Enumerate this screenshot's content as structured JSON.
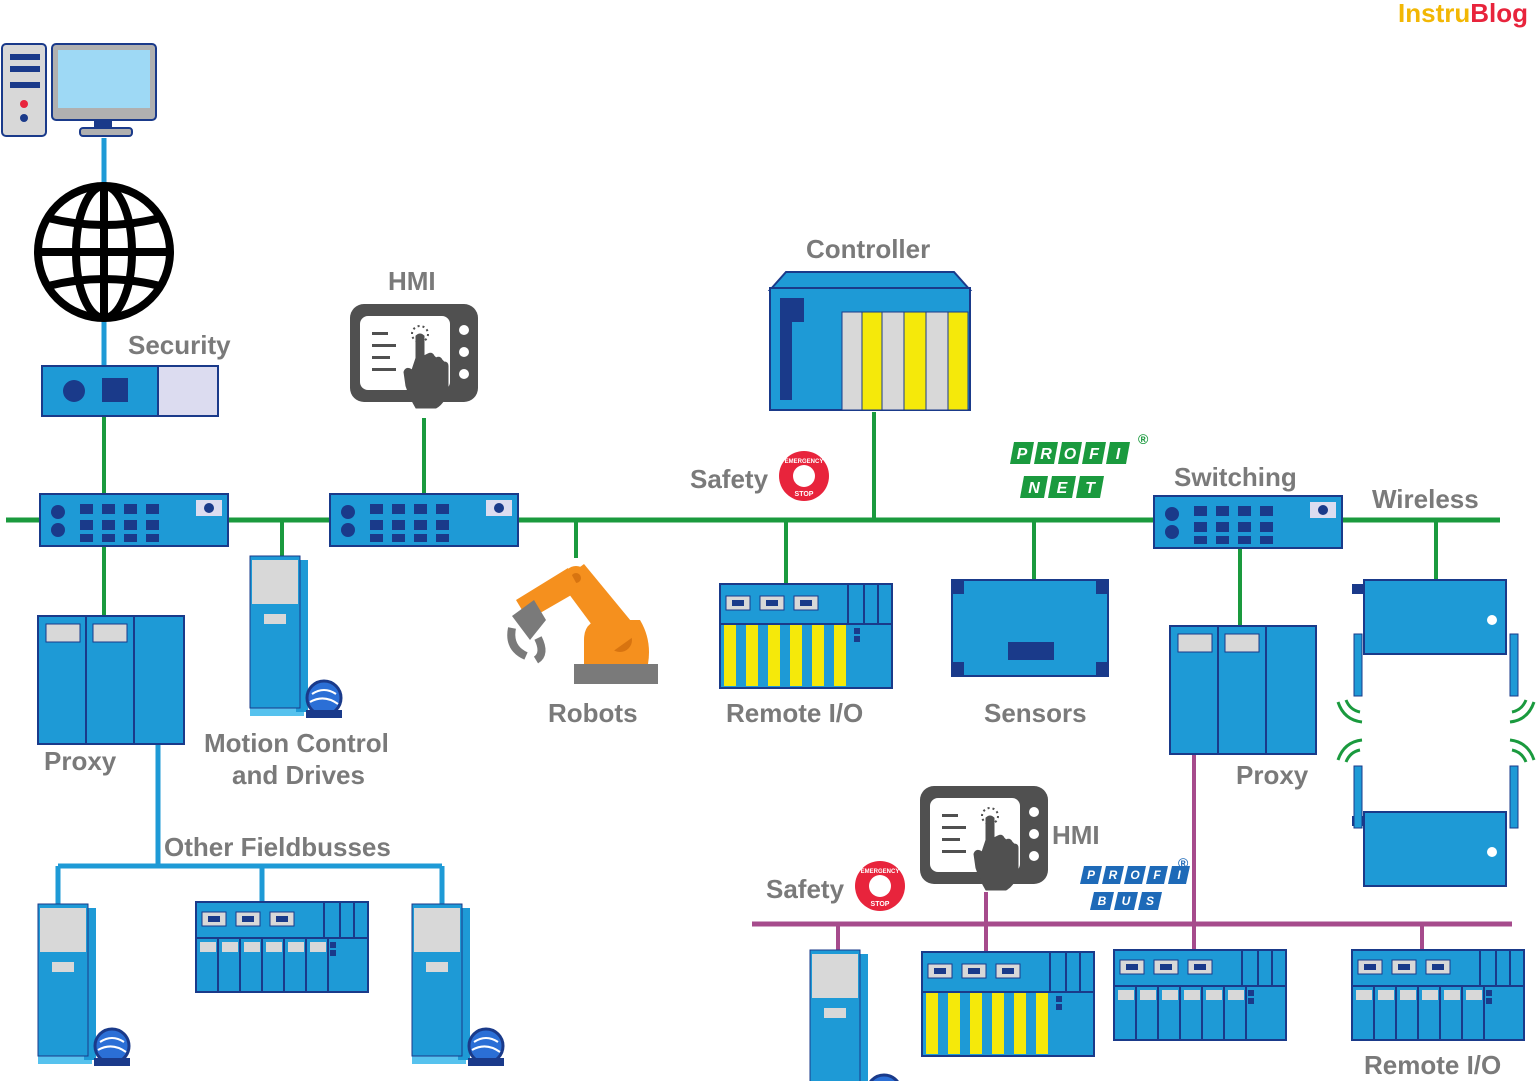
{
  "logo": {
    "part1": "Instru",
    "part2": "Blog",
    "color1": "#f2b705",
    "color2": "#e8243c"
  },
  "labels": {
    "security": "Security",
    "hmi_top": "HMI",
    "controller": "Controller",
    "safety_top": "Safety",
    "switching": "Switching",
    "wireless": "Wireless",
    "proxy_left": "Proxy",
    "motion_line1": "Motion Control",
    "motion_line2": "and Drives",
    "robots": "Robots",
    "remote_io_top": "Remote I/O",
    "sensors": "Sensors",
    "proxy_right": "Proxy",
    "other_fieldbusses": "Other Fieldbusses",
    "hmi_bottom": "HMI",
    "safety_bottom": "Safety",
    "remote_io_bottom": "Remote I/O"
  },
  "badges": {
    "profinet": {
      "row1": [
        "P",
        "R",
        "O",
        "F",
        "I"
      ],
      "row2": [
        "N",
        "E",
        "T"
      ],
      "reg": "®"
    },
    "profibus": {
      "row1": [
        "P",
        "R",
        "O",
        "F",
        "I"
      ],
      "row2": [
        "B",
        "U",
        "S"
      ],
      "reg": "®"
    },
    "estop": {
      "top": "EMERGENCY",
      "bottom": "STOP"
    }
  },
  "icons": {
    "workstation": "computer-icon",
    "internet": "globe-icon",
    "hmi": "touchscreen-hmi-icon",
    "robot": "robot-arm-icon",
    "estop": "emergency-stop-icon"
  },
  "colors": {
    "profinet": "#1a9a3e",
    "fieldbus": "#1e9ad6",
    "profibus": "#a64b8c",
    "device": "#1e9ad6",
    "device_dark": "#1a3a8a",
    "module_yellow": "#f5e90a",
    "robot": "#f5901e",
    "label": "#7a7a7a"
  }
}
